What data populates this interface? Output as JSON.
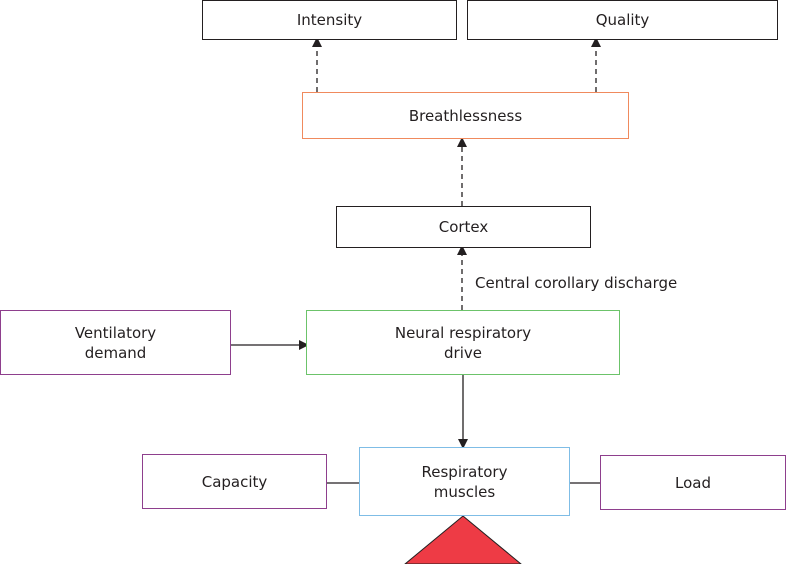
{
  "diagram": {
    "nodes": {
      "intensity": "Intensity",
      "quality": "Quality",
      "breathlessness": "Breathlessness",
      "cortex": "Cortex",
      "ventilatory_demand": "Ventilatory\ndemand",
      "neural_drive": "Neural respiratory\ndrive",
      "capacity": "Capacity",
      "respiratory_muscles": "Respiratory\nmuscles",
      "load": "Load"
    },
    "edge_labels": {
      "central_corollary_discharge": "Central corollary discharge"
    },
    "edges": [
      {
        "from": "breathlessness",
        "to": "intensity",
        "style": "dashed"
      },
      {
        "from": "breathlessness",
        "to": "quality",
        "style": "dashed"
      },
      {
        "from": "cortex",
        "to": "breathlessness",
        "style": "dashed"
      },
      {
        "from": "neural_drive",
        "to": "cortex",
        "style": "dashed",
        "label": "Central corollary discharge"
      },
      {
        "from": "ventilatory_demand",
        "to": "neural_drive",
        "style": "solid"
      },
      {
        "from": "neural_drive",
        "to": "respiratory_muscles",
        "style": "solid"
      },
      {
        "from": "capacity",
        "to": "respiratory_muscles",
        "style": "line"
      },
      {
        "from": "load",
        "to": "respiratory_muscles",
        "style": "line"
      }
    ],
    "colors": {
      "outcome_border": "#231f20",
      "breathlessness_border": "#f08a5d",
      "neural_drive_border": "#6cc36a",
      "input_border": "#8e3f8d",
      "muscles_border": "#7fbde6",
      "fulcrum_fill": "#ee3b45"
    }
  }
}
